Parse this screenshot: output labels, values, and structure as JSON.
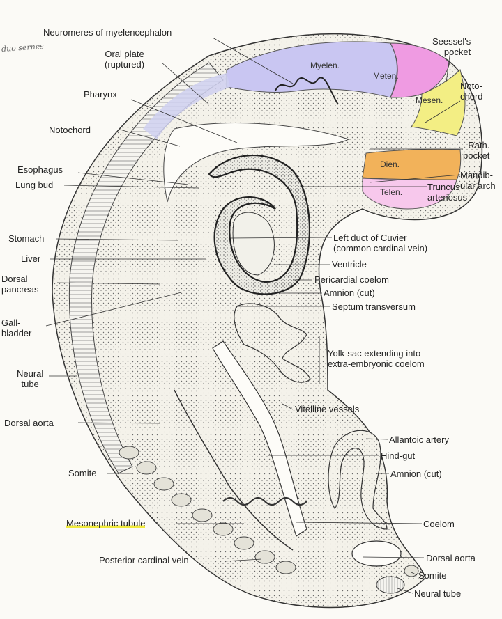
{
  "labels": {
    "neuromeres": "Neuromeres of myelencephalon",
    "oral_plate": "Oral plate\n(ruptured)",
    "pharynx": "Pharynx",
    "notochord_left": "Notochord",
    "esophagus": "Esophagus",
    "lung_bud": "Lung bud",
    "stomach": "Stomach",
    "liver": "Liver",
    "dorsal_pancreas": "Dorsal\npancreas",
    "gall_bladder": "Gall-\nbladder",
    "neural_tube_left": "Neural\ntube",
    "dorsal_aorta_left": "Dorsal aorta",
    "somite_left": "Somite",
    "mesonephric_tubule": "Mesonephric tubule",
    "posterior_cardinal": "Posterior cardinal vein",
    "seessels_pocket": "Seessel's\npocket",
    "notochord_right": "Noto-\nchord",
    "rath_pocket": "Rath.\npocket",
    "mandibular_arch": "Mandib-\nular arch",
    "truncus": "Truncus\narteriosus",
    "left_duct": "Left duct of Cuvier\n(common cardinal vein)",
    "ventricle": "Ventricle",
    "pericardial_coelom": "Pericardial coelom",
    "amnion_cut_top": "Amnion (cut)",
    "septum": "Septum transversum",
    "yolk_sac": "Yolk-sac extending into\nextra-embryonic coelom",
    "vitelline": "Vitelline vessels",
    "allantoic": "Allantoic artery",
    "hind_gut": "Hind-gut",
    "amnion_cut_bottom": "Amnion (cut)",
    "coelom": "Coelom",
    "dorsal_aorta_right": "Dorsal aorta",
    "somite_right": "Somite",
    "neural_tube_right": "Neural tube"
  },
  "regions": {
    "myelen": "Myelen.",
    "meten": "Meten.",
    "mesen": "Mesen.",
    "dien": "Dien.",
    "telen": "Telen."
  },
  "handwritten_note": "duo sernes",
  "colors": {
    "myelen": "#c9c6f2",
    "meten": "#ef9be2",
    "mesen": "#f3ee84",
    "dien": "#f2b25a",
    "telen": "#f7c8ec",
    "highlight": "#f1ea3c"
  }
}
